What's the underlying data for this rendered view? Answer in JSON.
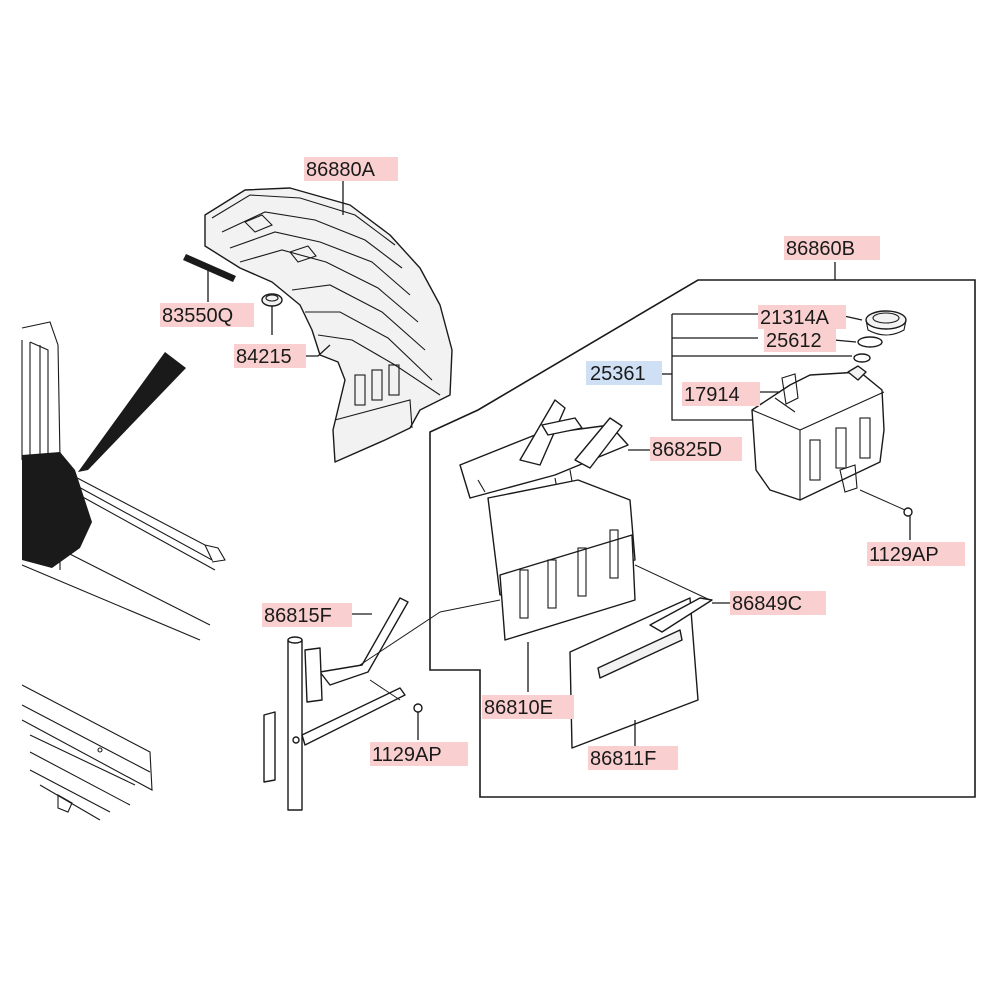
{
  "colors": {
    "label_highlight": "#f9d0cf",
    "label_highlight_blue": "#cfe0f5",
    "line": "#1a1a1a",
    "background": "#ffffff"
  },
  "labels": {
    "p86880A": "86880A",
    "p83550Q": "83550Q",
    "p84215": "84215",
    "p86860B": "86860B",
    "p21314A": "21314A",
    "p25612": "25612",
    "p25361": "25361",
    "p17914": "17914",
    "p86825D": "86825D",
    "p1129AP_right": "1129AP",
    "p86849C": "86849C",
    "p86815F": "86815F",
    "p86810E": "86810E",
    "p1129AP_bottom": "1129AP",
    "p86811F": "86811F"
  }
}
